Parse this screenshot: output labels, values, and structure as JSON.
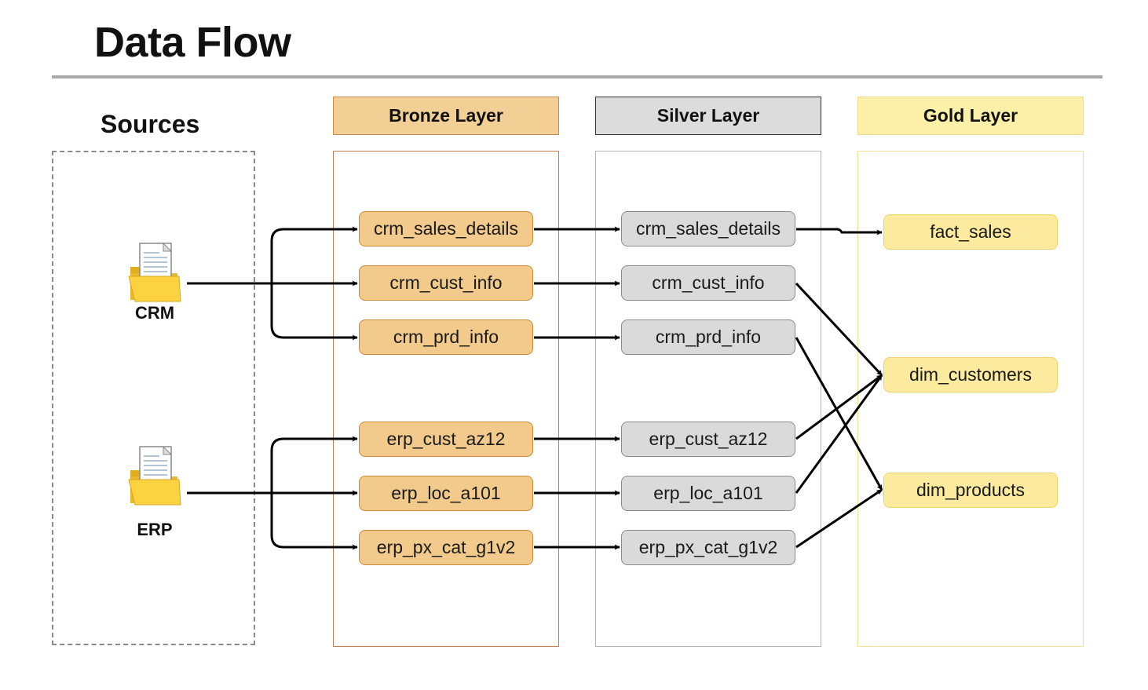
{
  "title": "Data Flow",
  "sources": {
    "heading": "Sources",
    "items": [
      {
        "label": "CRM",
        "icon": "folder-document-icon"
      },
      {
        "label": "ERP",
        "icon": "folder-document-icon"
      }
    ]
  },
  "layers": {
    "bronze": {
      "label": "Bronze Layer",
      "color": "#f1cf95",
      "tables": [
        "crm_sales_details",
        "crm_cust_info",
        "crm_prd_info",
        "erp_cust_az12",
        "erp_loc_a101",
        "erp_px_cat_g1v2"
      ]
    },
    "silver": {
      "label": "Silver Layer",
      "color": "#dcdcdc",
      "tables": [
        "crm_sales_details",
        "crm_cust_info",
        "crm_prd_info",
        "erp_cust_az12",
        "erp_loc_a101",
        "erp_px_cat_g1v2"
      ]
    },
    "gold": {
      "label": "Gold Layer",
      "color": "#fcefa8",
      "tables": [
        "fact_sales",
        "dim_customers",
        "dim_products"
      ]
    }
  }
}
